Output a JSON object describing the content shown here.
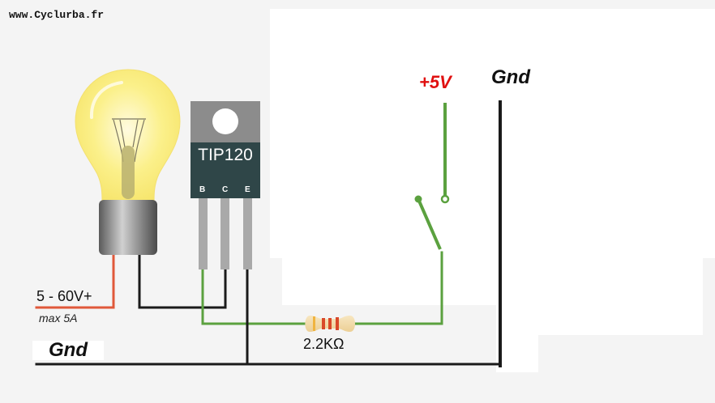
{
  "watermark": "www.Cyclurba.fr",
  "labels": {
    "plus_5v": "+5V",
    "gnd_top": "Gnd",
    "gnd_bottom": "Gnd",
    "supply_voltage": "5 - 60V+",
    "supply_current": "max 5A",
    "resistor_value": "2.2KΩ"
  },
  "transistor": {
    "part": "TIP120",
    "pins": [
      "B",
      "C",
      "E"
    ]
  },
  "colors": {
    "background": "#f4f4f4",
    "panel": "#ffffff",
    "wire_black": "#1a1a1a",
    "wire_green": "#5ba13f",
    "wire_red": "#e0583a",
    "label_red": "#e01010",
    "transistor_body": "#2f4648",
    "transistor_tab": "#8c8c8c",
    "bulb_glass": "#fbee7a",
    "resistor_body": "#f3dba8",
    "resistor_band": "#d9492a"
  },
  "components": [
    {
      "name": "light-bulb",
      "type": "lamp"
    },
    {
      "name": "tip120-transistor",
      "type": "darlington-npn"
    },
    {
      "name": "base-resistor",
      "type": "resistor",
      "value": "2.2KΩ"
    },
    {
      "name": "toggle-switch",
      "type": "spst-switch",
      "state": "open"
    }
  ]
}
